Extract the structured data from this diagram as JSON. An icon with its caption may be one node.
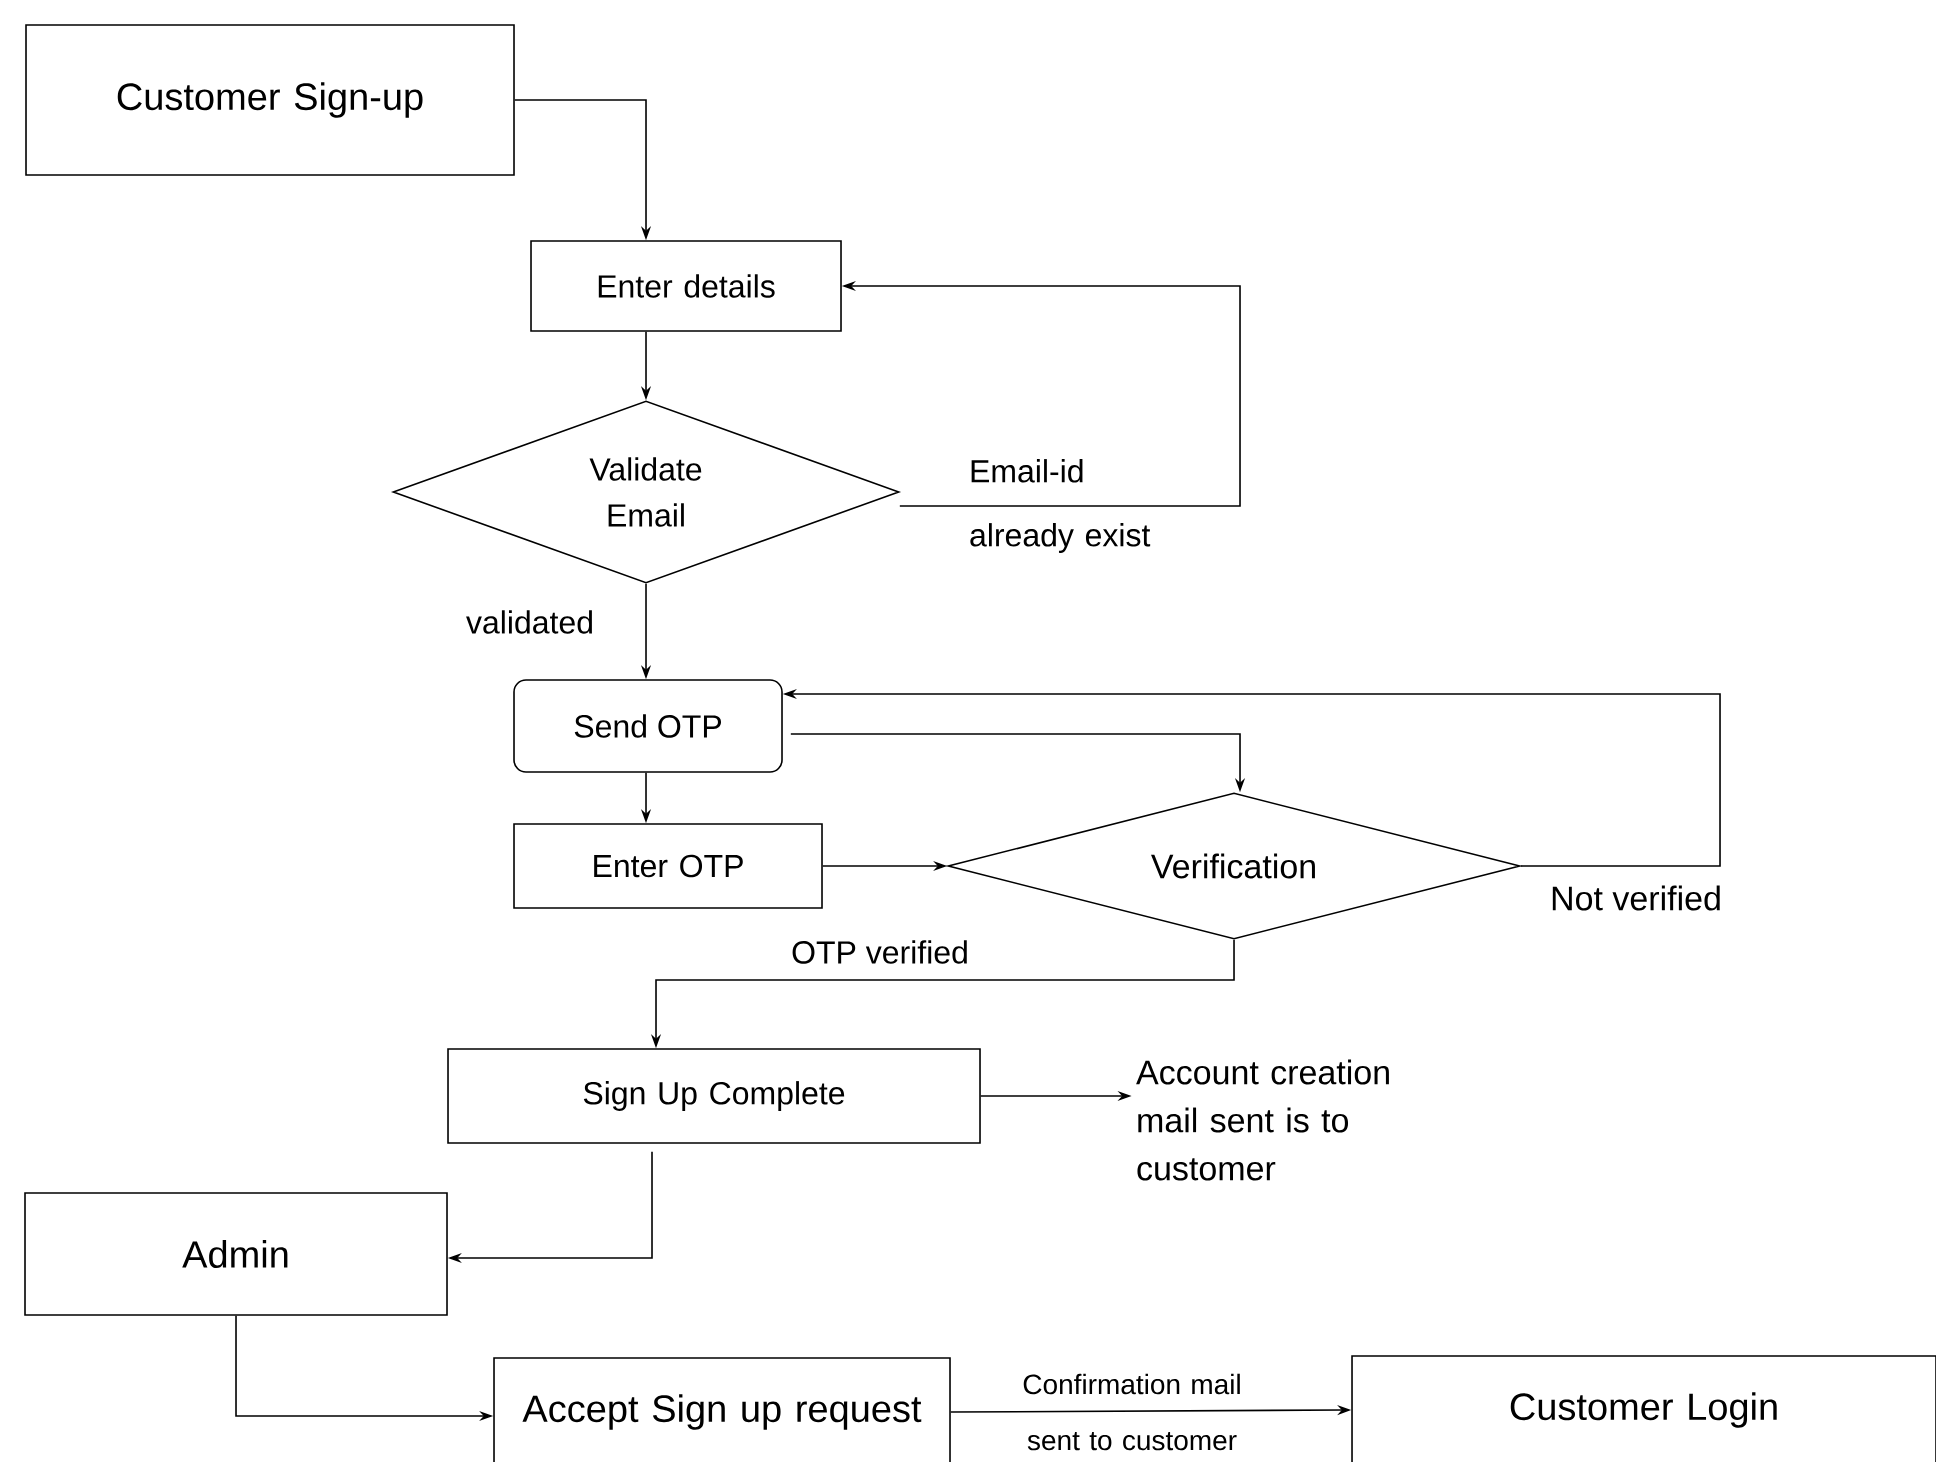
{
  "diagram": {
    "nodes": [
      {
        "text": [
          "Customer Sign-up"
        ]
      },
      {
        "text": [
          "Enter details"
        ]
      },
      {
        "text": [
          "Validate Email"
        ]
      },
      {
        "text": [
          "Send OTP"
        ]
      },
      {
        "text": [
          "Enter OTP"
        ]
      },
      {
        "text": [
          "Verification"
        ]
      },
      {
        "text": [
          "Sign Up Complete"
        ]
      },
      {
        "text": [
          "Account creation mail sent is to customer"
        ]
      },
      {
        "text": [
          "Admin"
        ]
      },
      {
        "text": [
          "Accept Sign up request"
        ]
      },
      {
        "text": [
          "Customer Login"
        ]
      }
    ],
    "edges": [
      {
        "from": 0,
        "to": 1,
        "arrow": "to"
      },
      {
        "from": 1,
        "to": 2,
        "arrow": "to"
      },
      {
        "from": 2,
        "to": 1,
        "arrow": "to",
        "label": "Email-id already exist"
      },
      {
        "from": 2,
        "to": 3,
        "arrow": "to",
        "label": "validated"
      },
      {
        "from": 3,
        "to": 4,
        "arrow": "to"
      },
      {
        "from": 3,
        "to": 5,
        "arrow": "to"
      },
      {
        "from": 4,
        "to": 5,
        "arrow": "to"
      },
      {
        "from": 5,
        "to": 3,
        "arrow": "to",
        "label": "Not verified"
      },
      {
        "from": 5,
        "to": 6,
        "arrow": "to",
        "label": "OTP verified"
      },
      {
        "from": 6,
        "to": 7,
        "arrow": "to"
      },
      {
        "from": 6,
        "to": 8,
        "arrow": "to"
      },
      {
        "from": 8,
        "to": 9,
        "arrow": "to"
      },
      {
        "from": 9,
        "to": 10,
        "arrow": "to",
        "label": "Confirmation mail sent to customer"
      }
    ]
  }
}
